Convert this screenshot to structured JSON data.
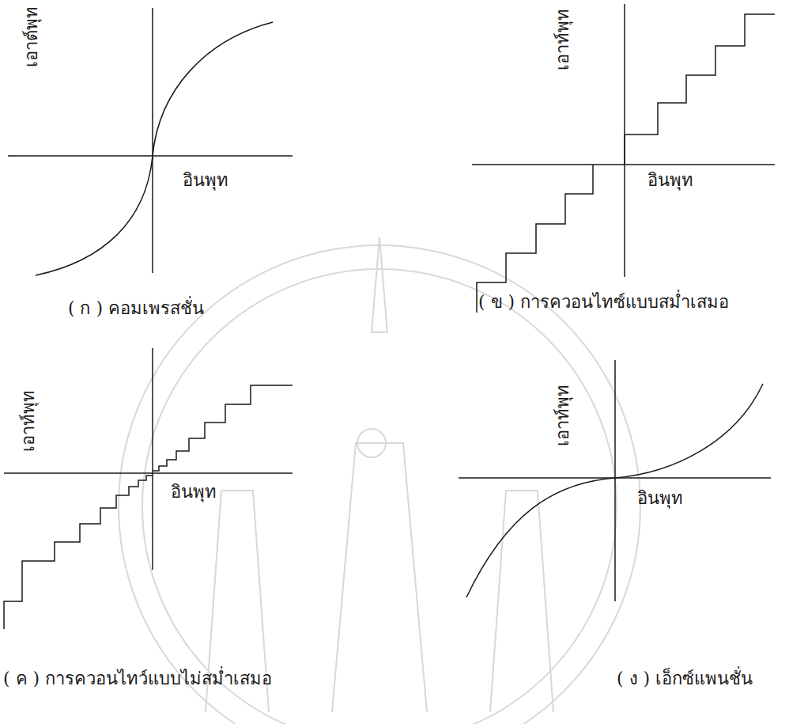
{
  "diagram": {
    "labels": [
      "เอาต์พุท",
      "อินพุท",
      "( ก ) คอมเพรสชั่น",
      "เอาท์พุท",
      "อินพุท",
      "( ข ) การควอนไทซ์แบบสม่ำเสมอ",
      "เอาท์พุท",
      "อินพุท",
      "( ค ) การควอนไทว์แบบไม่สม่ำเสมอ",
      "เอาท์พุท",
      "อินพุท",
      "( ง ) เอ็กซ์แพนชั่น"
    ]
  }
}
